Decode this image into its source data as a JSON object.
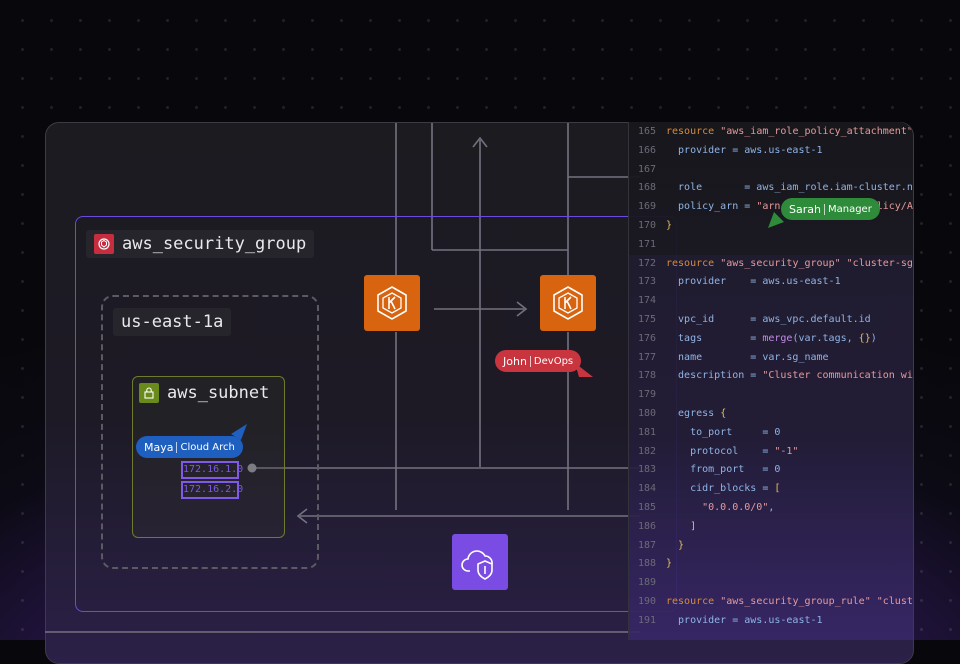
{
  "diagram": {
    "security_group_label": "aws_security_group",
    "availability_zone_label": "us-east-1a",
    "subnet_label": "aws_subnet",
    "subnet_ips": [
      "172.16.1.0",
      "172.16.2.0"
    ],
    "icons": {
      "security_group": "aws-security-group-icon",
      "subnet": "aws-subnet-lock-icon",
      "eks_1": "amazon-eks-icon",
      "eks_2": "amazon-eks-icon",
      "shield": "cloud-shield-icon"
    },
    "colors": {
      "security_group_border": "#6c4ae0",
      "eks": "#d8640f",
      "shield": "#7b4ce4",
      "subnet_border": "#707a2c",
      "sg_icon": "#c62e3f"
    }
  },
  "collaborators": [
    {
      "name": "Sarah",
      "role": "Manager",
      "color": "#2e8b3a"
    },
    {
      "name": "John",
      "role": "DevOps",
      "color": "#c8353f"
    },
    {
      "name": "Maya",
      "role": "Cloud Arch",
      "color": "#1f5fbf"
    }
  ],
  "code": {
    "lines": [
      {
        "n": "165",
        "t": "resource \"aws_iam_role_policy_attachment\" \"policy\" {"
      },
      {
        "n": "166",
        "t": "  provider = aws.us-east-1"
      },
      {
        "n": "167",
        "t": ""
      },
      {
        "n": "168",
        "t": "  role       = aws_iam_role.iam-cluster.name"
      },
      {
        "n": "169",
        "t": "  policy_arn = \"arn:aws:iam::aws:policy/AmazonEKSClusterPolicy\""
      },
      {
        "n": "170",
        "t": "}"
      },
      {
        "n": "171",
        "t": ""
      },
      {
        "n": "172",
        "t": "resource \"aws_security_group\" \"cluster-sg\" {"
      },
      {
        "n": "173",
        "t": "  provider    = aws.us-east-1"
      },
      {
        "n": "174",
        "t": ""
      },
      {
        "n": "175",
        "t": "  vpc_id      = aws_vpc.default.id"
      },
      {
        "n": "176",
        "t": "  tags        = merge(var.tags, {})"
      },
      {
        "n": "177",
        "t": "  name        = var.sg_name"
      },
      {
        "n": "178",
        "t": "  description = \"Cluster communication with worker nodes\""
      },
      {
        "n": "179",
        "t": ""
      },
      {
        "n": "180",
        "t": "  egress {"
      },
      {
        "n": "181",
        "t": "    to_port     = 0"
      },
      {
        "n": "182",
        "t": "    protocol    = \"-1\""
      },
      {
        "n": "183",
        "t": "    from_port   = 0"
      },
      {
        "n": "184",
        "t": "    cidr_blocks = ["
      },
      {
        "n": "185",
        "t": "      \"0.0.0.0/0\","
      },
      {
        "n": "186",
        "t": "    ]"
      },
      {
        "n": "187",
        "t": "  }"
      },
      {
        "n": "188",
        "t": "}"
      },
      {
        "n": "189",
        "t": ""
      },
      {
        "n": "190",
        "t": "resource \"aws_security_group_rule\" \"cluster-ingress\" {"
      },
      {
        "n": "191",
        "t": "  provider = aws.us-east-1"
      }
    ]
  }
}
